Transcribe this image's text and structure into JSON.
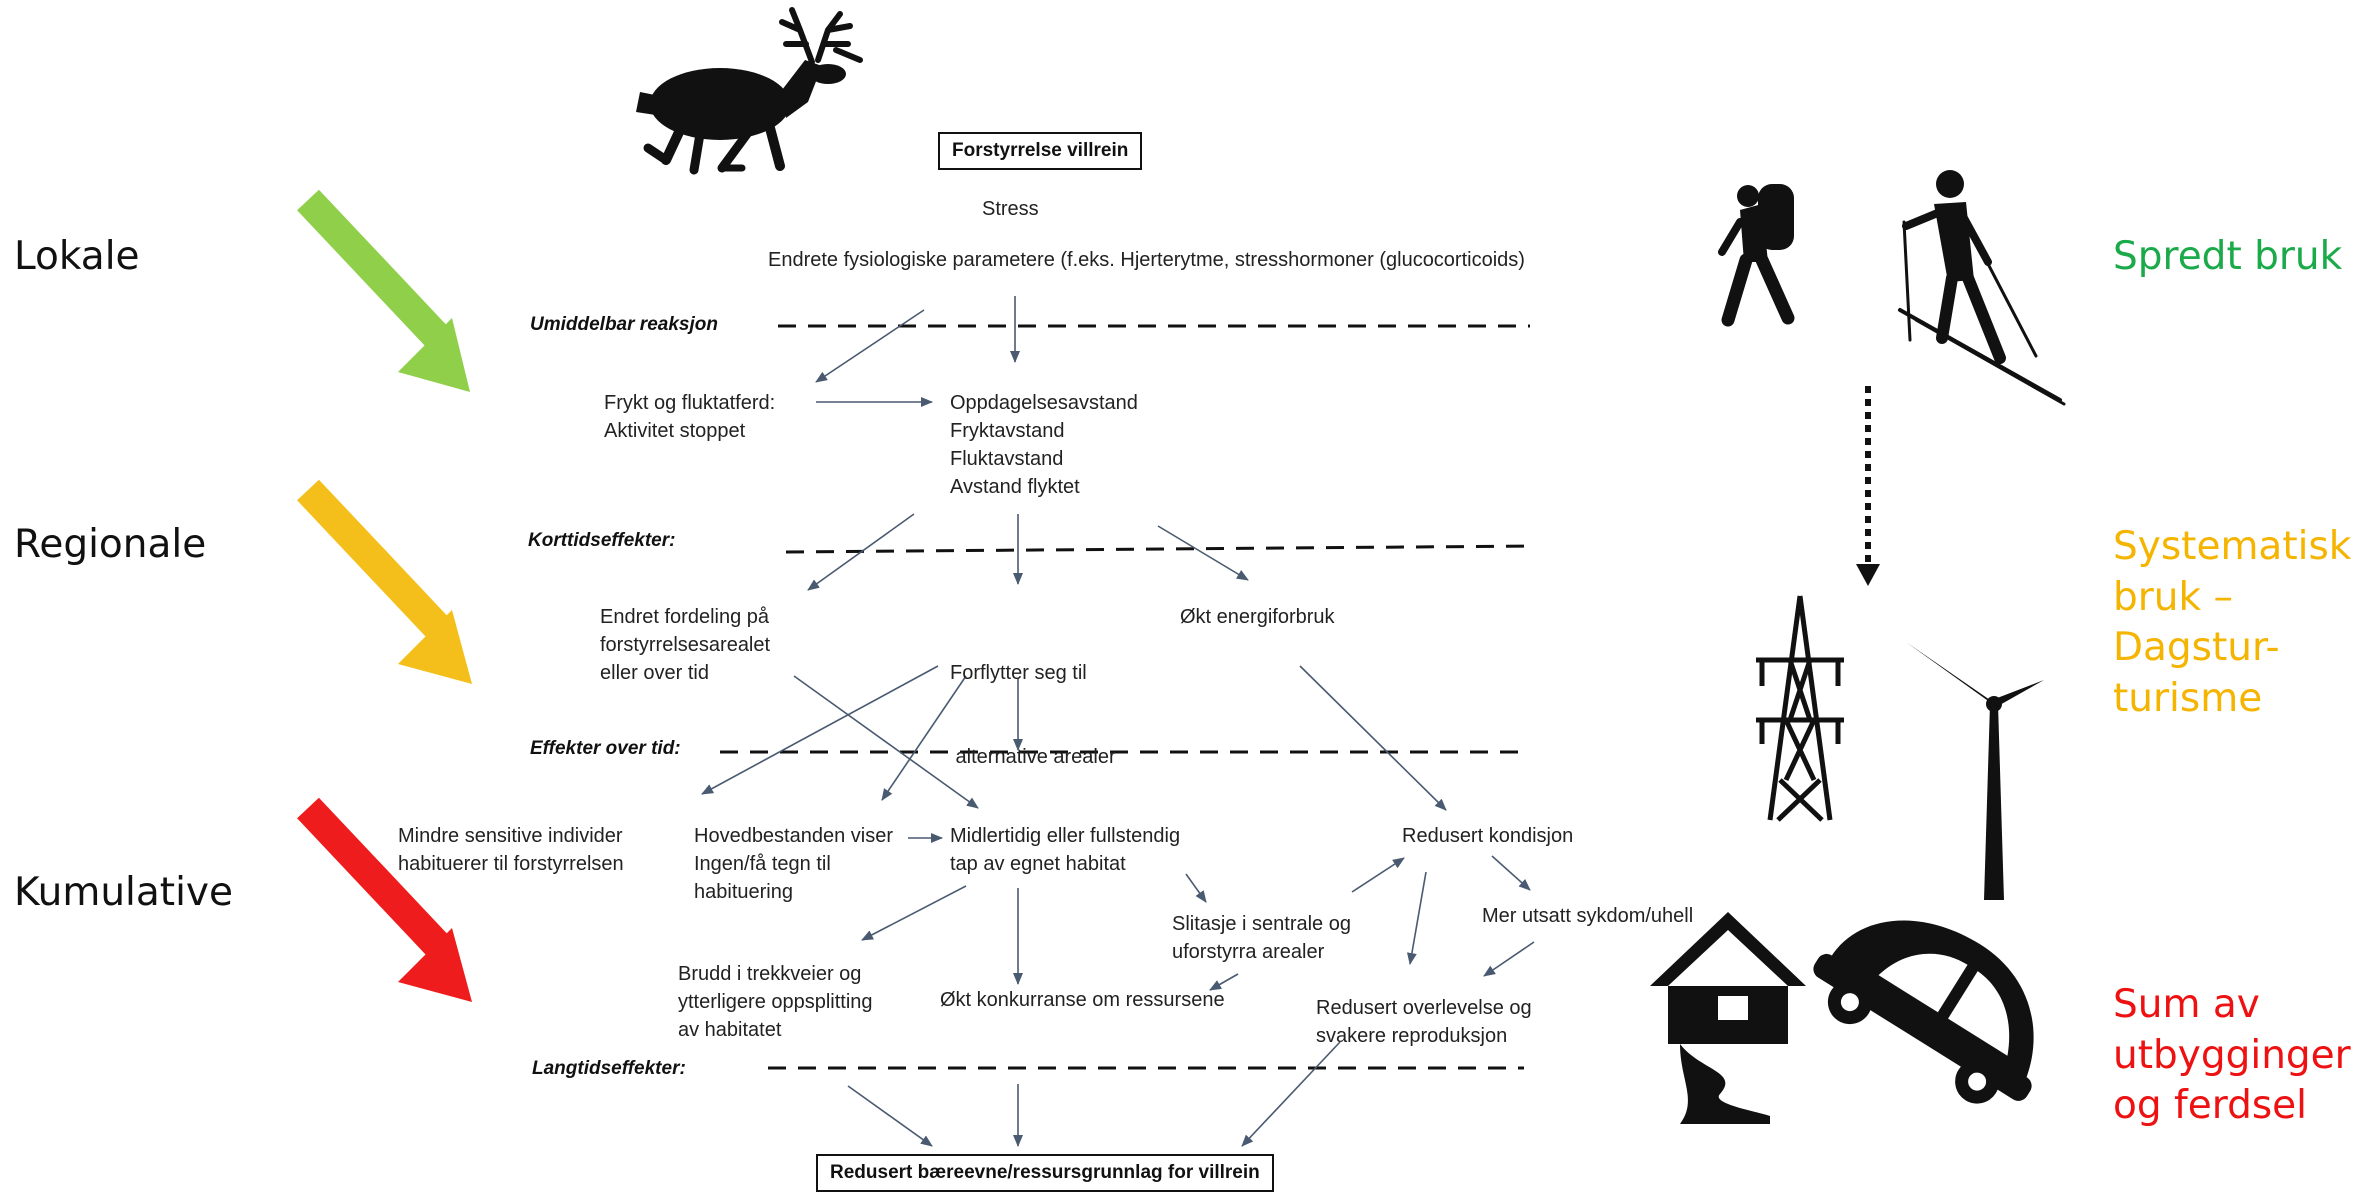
{
  "left_labels": {
    "lokale": "Lokale",
    "regionale": "Regionale",
    "kumulative": "Kumulative"
  },
  "right_labels": {
    "spredt": "Spredt bruk",
    "systematisk_l1": "Systematisk",
    "systematisk_l2": "bruk –",
    "systematisk_l3": "Dagstur-",
    "systematisk_l4": "turisme",
    "sum_l1": "Sum av",
    "sum_l2": "utbygginger",
    "sum_l3": "og ferdsel"
  },
  "colors": {
    "green": "#8fcf4a",
    "yellow": "#f4bf1a",
    "red": "#ee1c1c",
    "spredt_text": "#1aaa4a",
    "systematisk_text": "#f4b400",
    "sum_text": "#ee1111"
  },
  "icons": [
    "reindeer-icon",
    "hiker-icon",
    "skier-icon",
    "power-pylon-icon",
    "wind-turbine-icon",
    "house-icon",
    "car-icon"
  ],
  "diagram": {
    "title": "Forstyrrelse villrein",
    "stress": "Stress",
    "physiology": "Endrete fysiologiske parametere (f.eks. Hjerterytme, stresshormoner (glucocorticoids)",
    "sec_umiddelbar": "Umiddelbar reaksjon",
    "frykt_l1": "Frykt og fluktatferd:",
    "frykt_l2": "Aktivitet stoppet",
    "avstand_l1": "Oppdagelsesavstand",
    "avstand_l2": "Fryktavstand",
    "avstand_l3": "Fluktavstand",
    "avstand_l4": "Avstand flyktet",
    "sec_korttid": "Korttidseffekter:",
    "fordeling_l1": "Endret fordeling på",
    "fordeling_l2": "forstyrrelsesarealet",
    "fordeling_l3": "eller over tid",
    "forflytter_l1": "Forflytter seg til",
    "forflytter_l2": " alternative arealer",
    "energi": "Økt energiforbruk",
    "sec_overtid": "Effekter over tid:",
    "mindre_l1": "Mindre sensitive individer",
    "mindre_l2": "habituerer til forstyrrelsen",
    "hoved_l1": "Hovedbestanden viser",
    "hoved_l2": "Ingen/få tegn til",
    "hoved_l3": "habituering",
    "midlertidig_l1": "Midlertidig eller fullstendig",
    "midlertidig_l2": "tap av egnet habitat",
    "kondisjon": "Redusert kondisjon",
    "sykdom": "Mer utsatt sykdom/uhell",
    "slitasje_l1": "Slitasje i sentrale og",
    "slitasje_l2": "uforstyrra arealer",
    "brudd_l1": "Brudd i trekkveier og",
    "brudd_l2": "ytterligere oppsplitting",
    "brudd_l3": "av habitatet",
    "konkurranse": "Økt konkurranse om ressursene",
    "overlevelse_l1": "Redusert overlevelse og",
    "overlevelse_l2": "svakere reproduksjon",
    "sec_langtid": "Langtidseffekter:",
    "bottom": "Redusert bæreevne/ressursgrunnlag for villrein"
  }
}
